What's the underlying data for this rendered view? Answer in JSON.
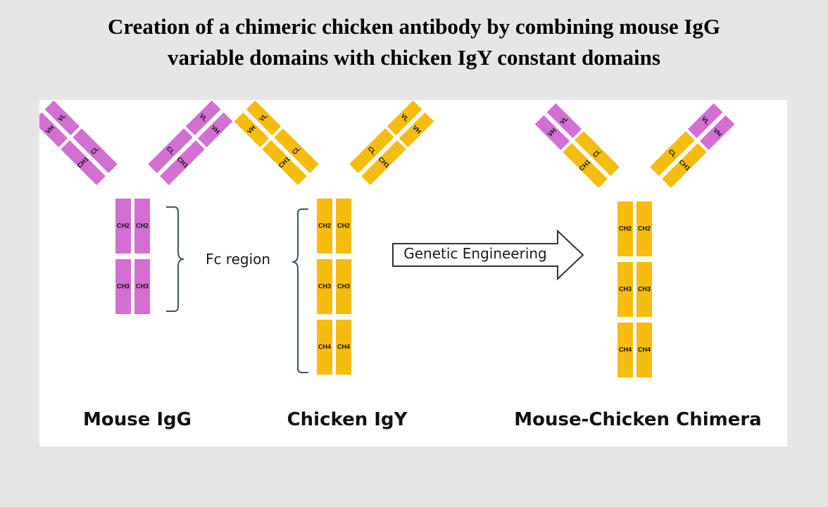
{
  "title": {
    "line1": "Creation of a chimeric chicken antibody by combining mouse IgG",
    "line2": "variable domains with chicken IgY constant domains"
  },
  "colors": {
    "mouse": "#d36fd3",
    "chicken": "#f7bd0e",
    "bracket": "#3b5566",
    "arrow_outline": "#333333"
  },
  "domain_labels": {
    "VL": "VL",
    "VH": "VH",
    "CH1": "CH1",
    "CL": "CL",
    "CH2": "CH2",
    "CH3": "CH3",
    "CH4": "CH4"
  },
  "fc_label": "Fc region",
  "arrow_label": "Genetic Engineering",
  "captions": {
    "mouse": "Mouse IgG",
    "chicken": "Chicken IgY",
    "chimera": "Mouse-Chicken Chimera"
  }
}
